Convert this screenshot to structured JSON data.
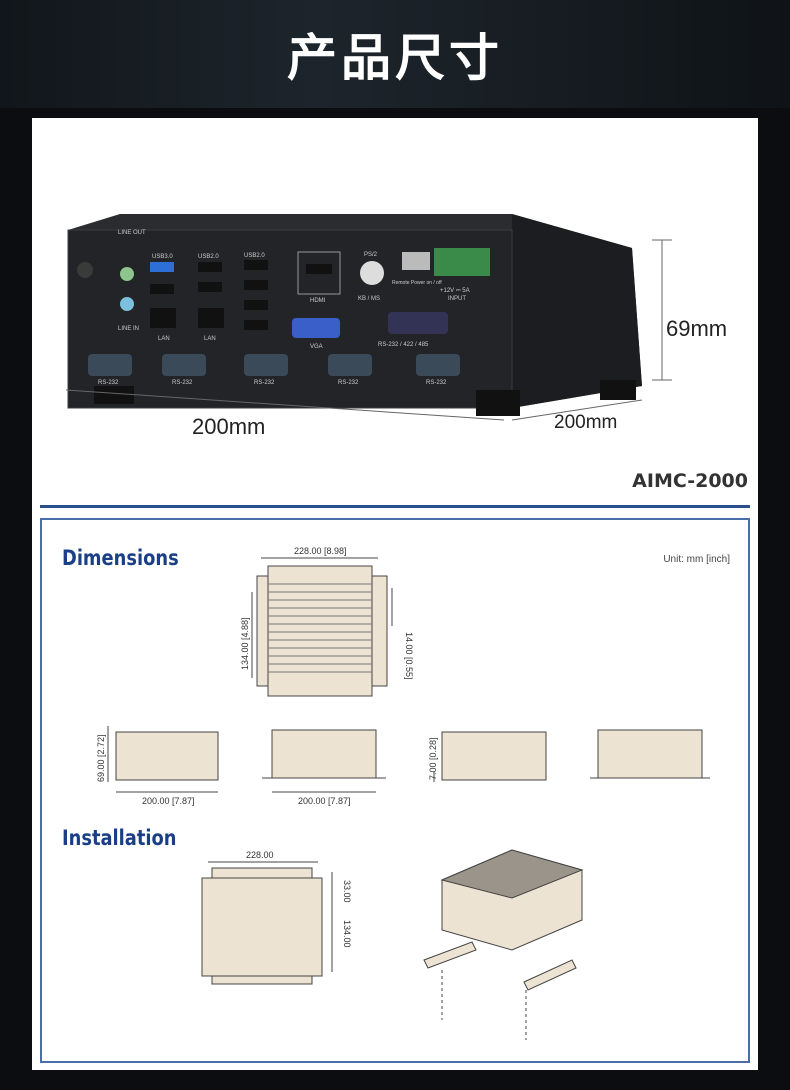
{
  "header": {
    "title": "产品尺寸"
  },
  "photo": {
    "width_label": "200mm",
    "depth_label": "200mm",
    "height_label": "69mm",
    "model": "AIMC-2000",
    "ports": {
      "line_out": "LINE OUT",
      "line_in": "LINE IN",
      "usb3": "USB3.0",
      "usb2a": "USB2.0",
      "usb2b": "USB2.0",
      "lan1": "LAN",
      "lan2": "LAN",
      "hdmi": "HDMI",
      "ps2": "PS/2",
      "kbms": "KB / MS",
      "remote": "Remote Power on / off",
      "power": "+12V ⎓ 5A",
      "input": "INPUT",
      "vga": "VGA",
      "com_multi": "RS-232 / 422 / 485",
      "rs232": "RS-232"
    }
  },
  "dimensions": {
    "heading": "Dimensions",
    "unit": "Unit: mm [inch]",
    "top_width": "228.00 [8.98]",
    "top_height": "134.00 [4.88]",
    "top_offset": "14.00 [0.55]",
    "side_height": "69.00 [2.72]",
    "side_width": "200.00 [7.87]",
    "front_width": "200.00 [7.87]",
    "foot_height": "7.00 [0.28]"
  },
  "installation": {
    "heading": "Installation",
    "width": "228.00",
    "offset": "33.00",
    "height": "134.00"
  }
}
